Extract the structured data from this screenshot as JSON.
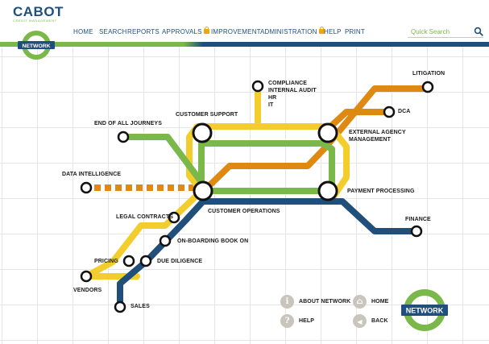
{
  "brand": {
    "name": "CABOT",
    "tagline": "CREDIT MANAGEMENT",
    "colors": {
      "navy": "#1f4f7a",
      "green": "#7bb84a",
      "yellow": "#f2cd2c",
      "orange": "#de8a12"
    }
  },
  "nav": {
    "items": [
      {
        "label": "HOME",
        "locked": false
      },
      {
        "label": "SEARCH",
        "locked": false
      },
      {
        "label": "REPORTS",
        "locked": false
      },
      {
        "label": "APPROVALS",
        "locked": true
      },
      {
        "label": "IMPROVEMENT",
        "locked": false
      },
      {
        "label": "ADMINISTRATION",
        "locked": true
      },
      {
        "label": "HELP",
        "locked": false
      },
      {
        "label": "PRINT",
        "locked": false
      }
    ],
    "lock_icon": "padlock-icon"
  },
  "search": {
    "placeholder": "Quick Search",
    "icon": "magnifier-icon"
  },
  "badge": {
    "label": "NETWORK"
  },
  "map": {
    "stations": {
      "litigation": "LITIGATION",
      "compliance": [
        "COMPLIANCE",
        "INTERNAL AUDIT",
        "HR",
        "IT"
      ],
      "dca": "DCA",
      "customer_support": "CUSTOMER SUPPORT",
      "external_agency": [
        "EXTERNAL AGENCY",
        "MANAGEMENT"
      ],
      "end_of_journeys": "END OF ALL JOURNEYS",
      "data_intelligence": "DATA INTELLIGENCE",
      "payment_processing": "PAYMENT PROCESSING",
      "customer_operations": "CUSTOMER OPERATIONS",
      "legal_contracts": "LEGAL CONTRACTS",
      "finance": "FINANCE",
      "onboarding": "ON-BOARDING BOOK ON",
      "pricing": "PRICING",
      "due_diligence": "DUE DILIGENCE",
      "vendors": "VENDORS",
      "sales": "SALES"
    }
  },
  "footer": {
    "about": {
      "label": "ABOUT NETWORK",
      "glyph": "i",
      "icon": "info-icon"
    },
    "home": {
      "label": "HOME",
      "glyph": "⌂",
      "icon": "home-icon"
    },
    "help": {
      "label": "HELP",
      "glyph": "?",
      "icon": "question-icon"
    },
    "back": {
      "label": "BACK",
      "glyph": "◀",
      "icon": "back-arrow-icon"
    },
    "badge_label": "NETWORK"
  }
}
